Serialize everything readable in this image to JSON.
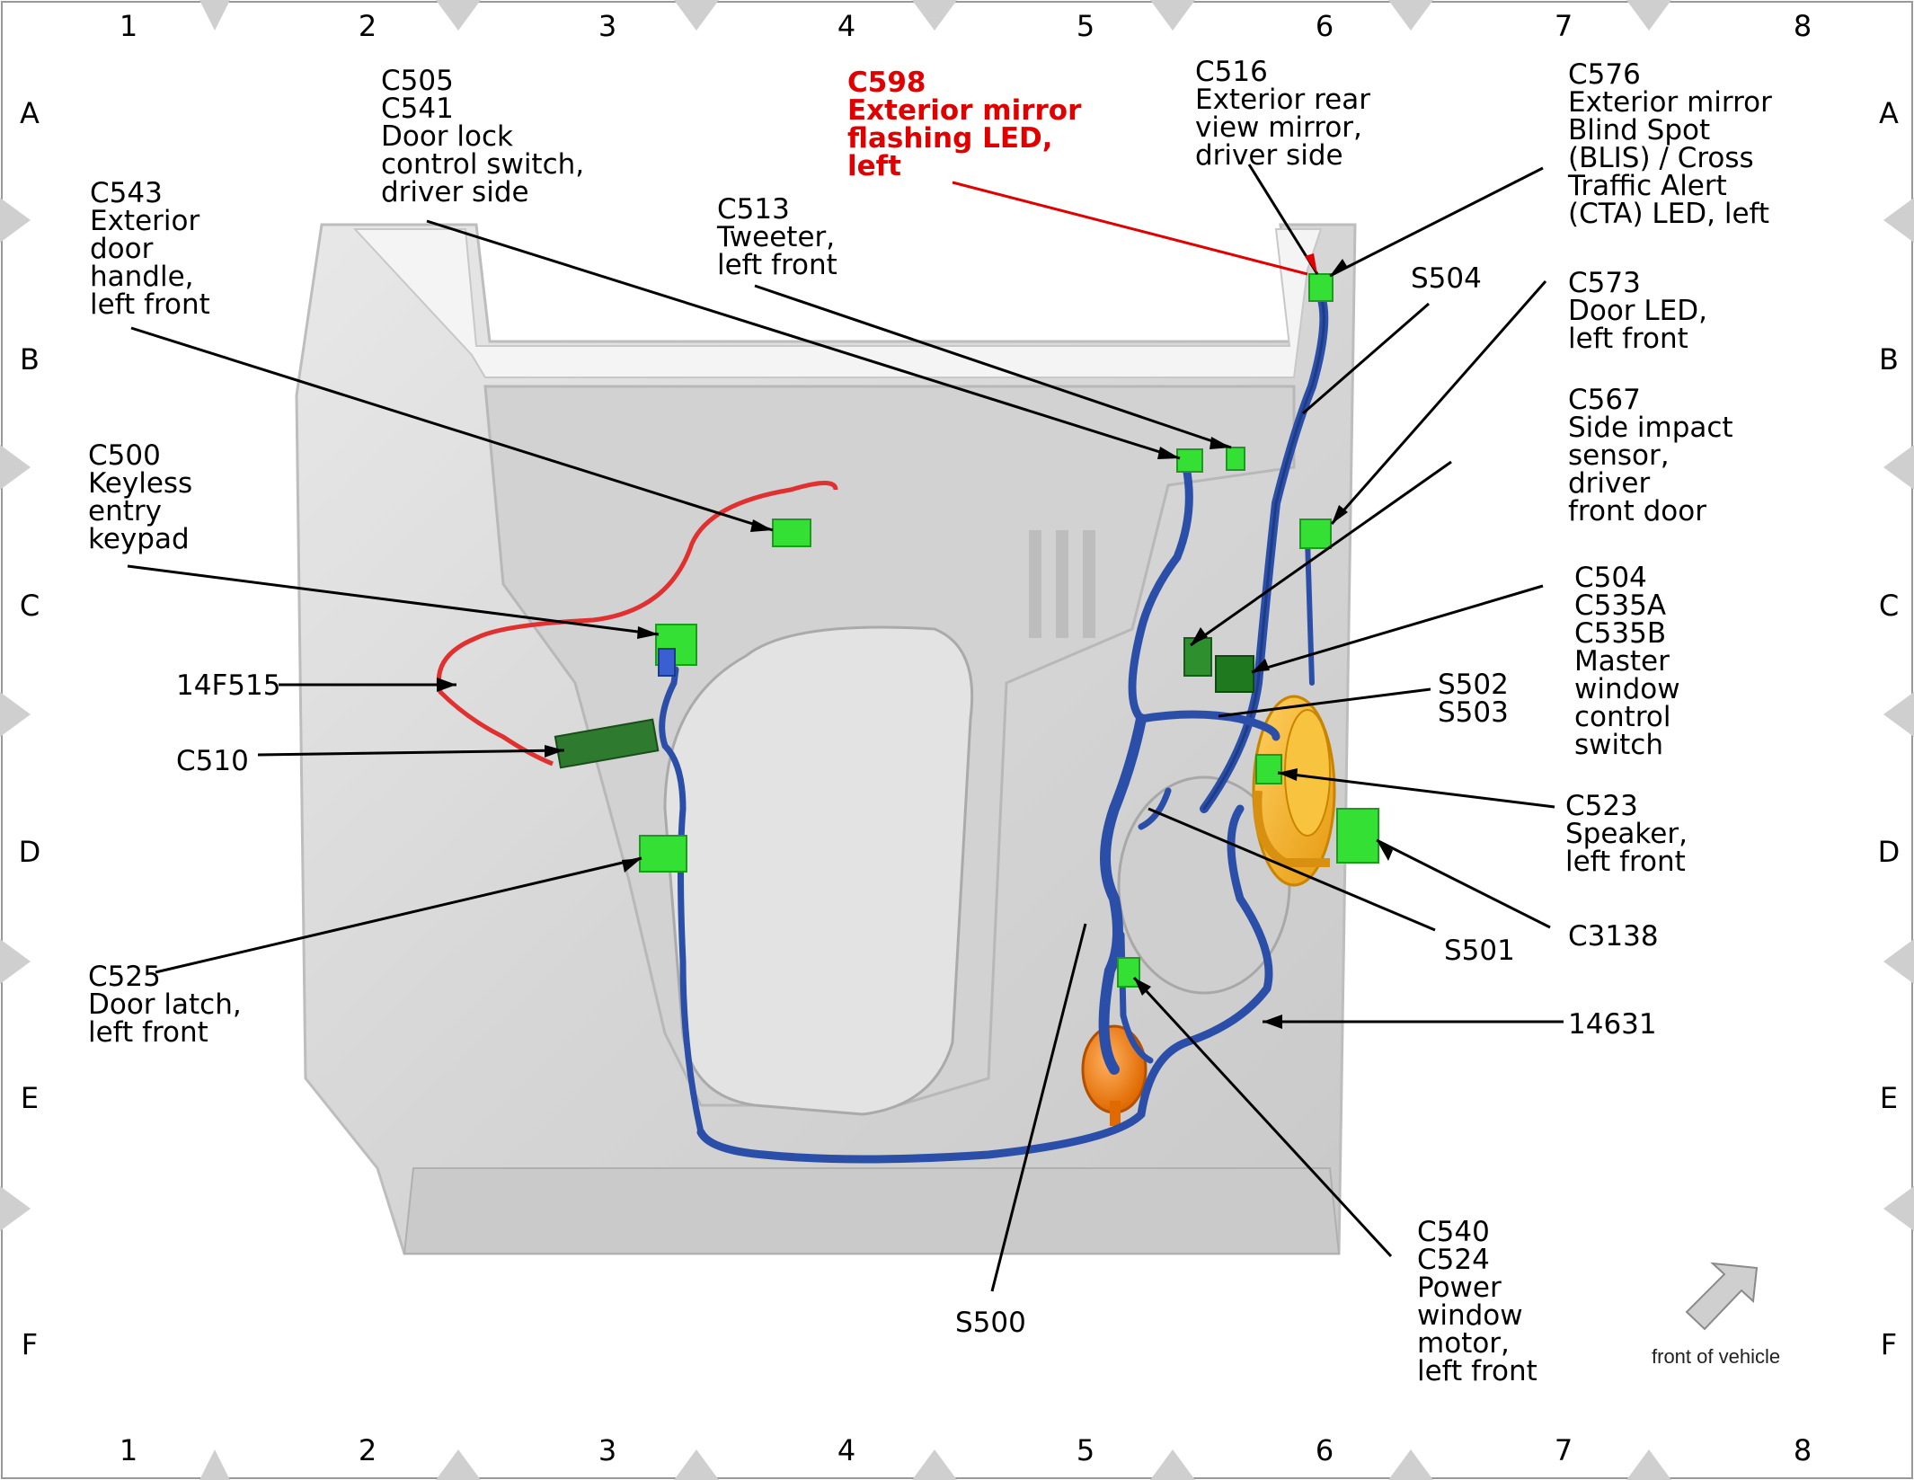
{
  "grid": {
    "columns": [
      "1",
      "2",
      "3",
      "4",
      "5",
      "6",
      "7",
      "8"
    ],
    "rows": [
      "A",
      "B",
      "C",
      "D",
      "E",
      "F"
    ]
  },
  "labels": {
    "c505_c541": [
      "C505",
      "C541",
      "Door lock",
      "control switch,",
      "driver side"
    ],
    "c598": [
      "C598",
      "Exterior mirror",
      "flashing LED,",
      "left"
    ],
    "c516": [
      "C516",
      "Exterior rear",
      "view mirror,",
      "driver side"
    ],
    "c576": [
      "C576",
      "Exterior mirror",
      "Blind Spot",
      "(BLIS) / Cross",
      "Traffic Alert",
      "(CTA) LED, left"
    ],
    "c543": [
      "C543",
      "Exterior",
      "door",
      "handle,",
      "left front"
    ],
    "c513": [
      "C513",
      "Tweeter,",
      "left front"
    ],
    "s504": [
      "S504"
    ],
    "c573": [
      "C573",
      "Door LED,",
      "left front"
    ],
    "c567": [
      "C567",
      "Side impact",
      "sensor,",
      "driver",
      "front door"
    ],
    "c500": [
      "C500",
      "Keyless",
      "entry",
      "keypad"
    ],
    "c504_c535": [
      "C504",
      "C535A",
      "C535B",
      "Master",
      "window",
      "control",
      "switch"
    ],
    "f14f515": [
      "14F515"
    ],
    "s502_s503": [
      "S502",
      "S503"
    ],
    "c510": [
      "C510"
    ],
    "c523": [
      "C523",
      "Speaker,",
      "left front"
    ],
    "c3138": [
      "C3138"
    ],
    "s501": [
      "S501"
    ],
    "c525": [
      "C525",
      "Door latch,",
      "left front"
    ],
    "h14631": [
      "14631"
    ],
    "c540_c524": [
      "C540",
      "C524",
      "Power",
      "window",
      "motor,",
      "left front"
    ],
    "s500": [
      "S500"
    ]
  },
  "orientation": {
    "label": "front of vehicle"
  },
  "colors": {
    "harness": "#2b4fa8",
    "connector": "#33e033",
    "connector_dark": "#1f7a1f",
    "highlight": "#e00000",
    "door_panel": "#dcdcdc",
    "speaker": "#f5b020",
    "motor": "#f08a10",
    "wire_red": "#e03030"
  }
}
